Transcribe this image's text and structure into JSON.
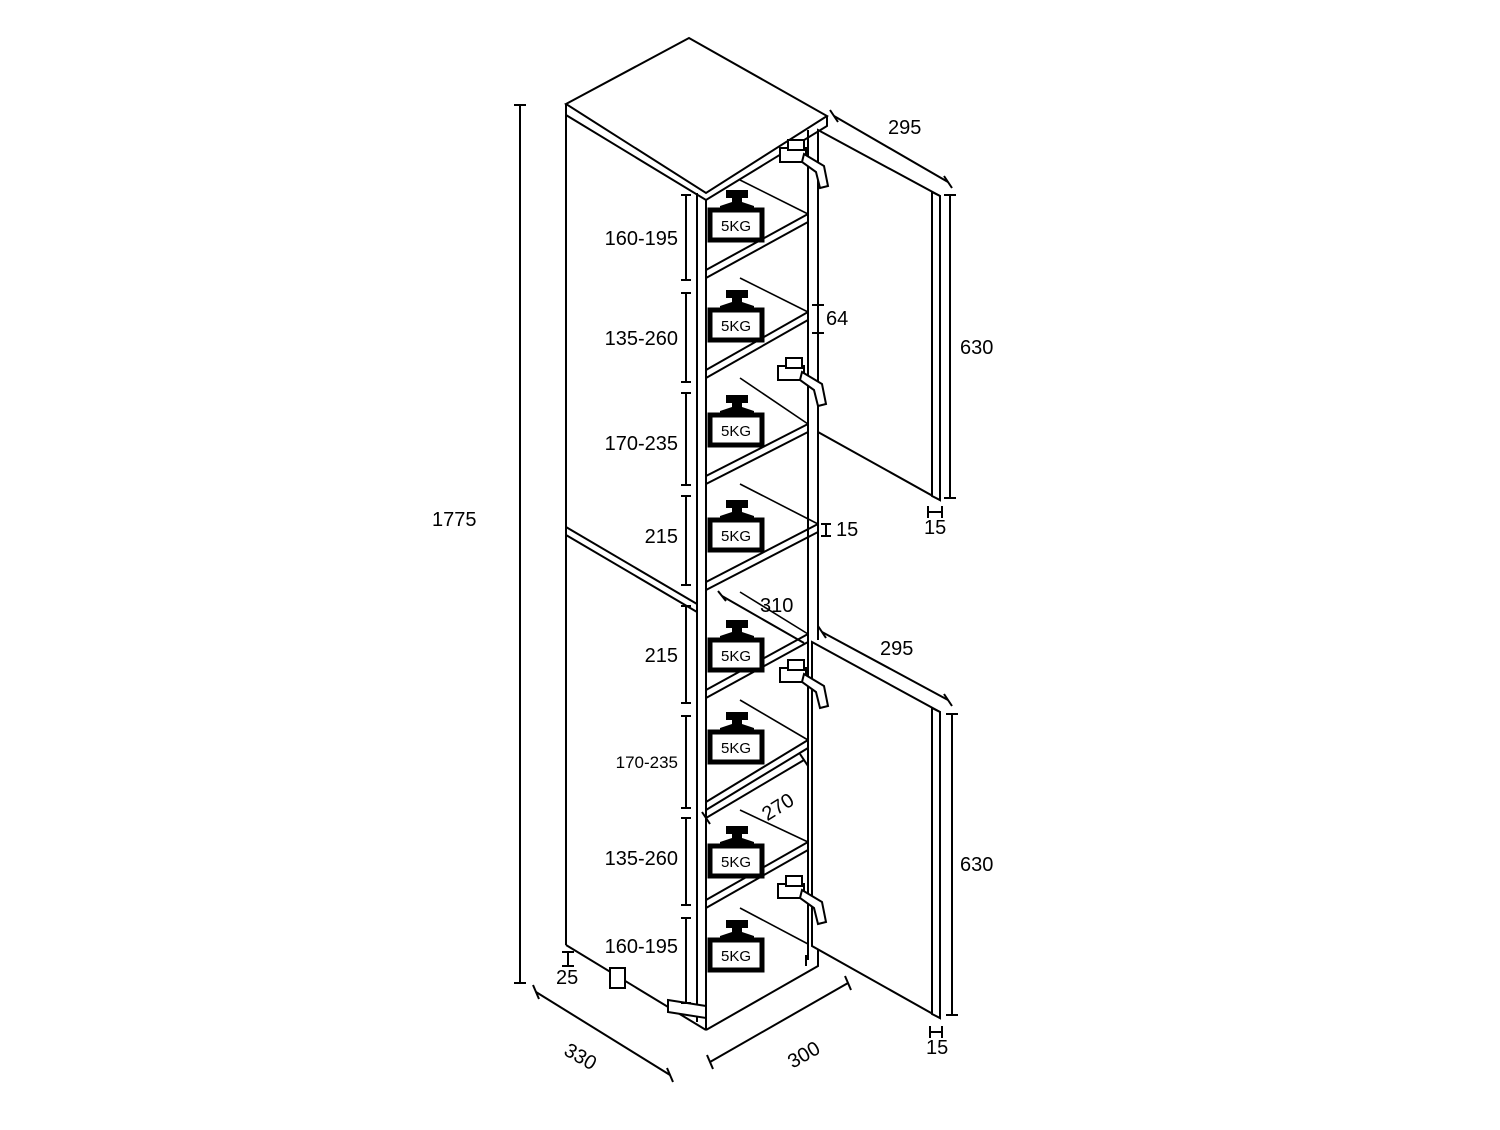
{
  "overall": {
    "height": "1775",
    "width": "330",
    "depth": "300",
    "plinth": "25"
  },
  "upper_door": {
    "width": "295",
    "height": "630",
    "thickness": "15"
  },
  "lower_door": {
    "width": "295",
    "height": "630",
    "thickness": "15"
  },
  "shelf_thickness": "15",
  "hole_spacing": "64",
  "inner_width": "310",
  "inner_depth": "270",
  "compartments": [
    {
      "range": "160-195",
      "load": "5KG"
    },
    {
      "range": "135-260",
      "load": "5KG"
    },
    {
      "range": "170-235",
      "load": "5KG"
    },
    {
      "range": "215",
      "load": "5KG"
    },
    {
      "range": "215",
      "load": "5KG"
    },
    {
      "range": "170-235",
      "load": "5KG"
    },
    {
      "range": "135-260",
      "load": "5KG"
    },
    {
      "range": "160-195",
      "load": "5KG"
    }
  ],
  "colors": {
    "line": "#000000",
    "background": "#ffffff"
  }
}
